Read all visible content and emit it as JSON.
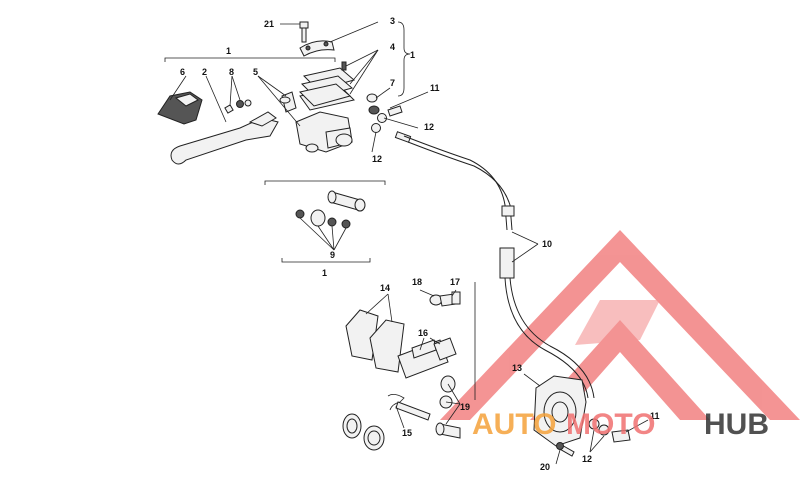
{
  "diagram": {
    "labels": {
      "l21": "21",
      "l3": "3",
      "l4": "4",
      "l1a": "1",
      "l1b": "1",
      "l1c": "1",
      "l6": "6",
      "l2": "2",
      "l8": "8",
      "l5": "5",
      "l7": "7",
      "l11a": "11",
      "l12a": "12",
      "l12b": "12",
      "l10": "10",
      "l9": "9",
      "l18": "18",
      "l17": "17",
      "l14": "14",
      "l16": "16",
      "l13": "13",
      "l19": "19",
      "l15": "15",
      "l11b": "11",
      "l20": "20",
      "l12c": "12"
    },
    "watermark": {
      "part1": "AUTO",
      "part2": "MOTO",
      "part3": "HUB"
    },
    "colors": {
      "logo_red": "#f07070",
      "logo_orange": "#f5a23a",
      "logo_dark": "#333333"
    }
  }
}
